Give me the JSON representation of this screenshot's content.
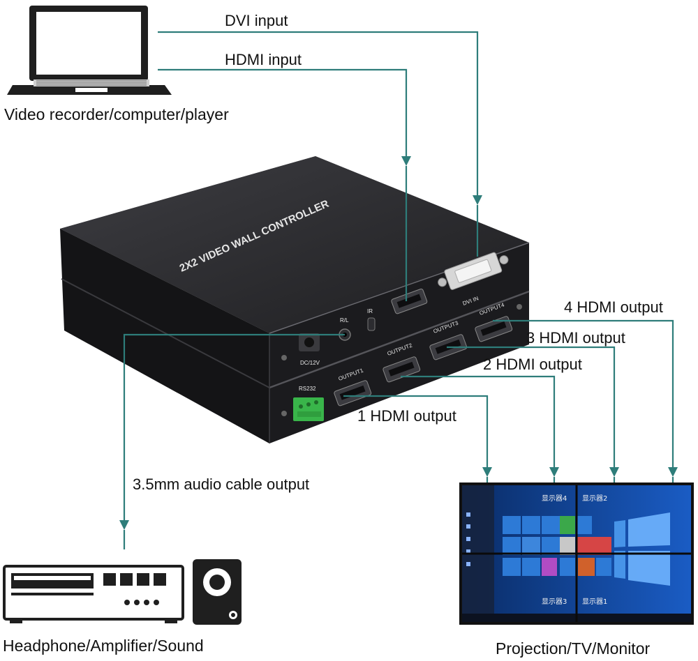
{
  "labels": {
    "dvi_input": "DVI input",
    "hdmi_input": "HDMI input",
    "source_device": "Video recorder/computer/player",
    "audio_output": "3.5mm audio cable output",
    "audio_device": "Headphone/Amplifier/Sound",
    "display_device": "Projection/TV/Monitor",
    "hdmi_out_1": "1 HDMI output",
    "hdmi_out_2": "2 HDMI output",
    "hdmi_out_3": "3 HDMI output",
    "hdmi_out_4": "4 HDMI output"
  },
  "device": {
    "top_text": "2X2 VIDEO WALL CONTROLLER",
    "dvi_port": "DVI IN",
    "power": "DC/12V",
    "audio_jack": "R/L",
    "ir": "IR",
    "rs232": "RS232",
    "outputs": [
      "OUTPUT1",
      "OUTPUT2",
      "OUTPUT3",
      "OUTPUT4"
    ]
  },
  "screen": {
    "quadrants": [
      "显示器4",
      "显示器2",
      "显示器3",
      "显示器1"
    ]
  },
  "colors": {
    "wire": "#2e7d7a",
    "device_body": "#1c1c1e",
    "screen_bg": "#0b2f6b"
  }
}
